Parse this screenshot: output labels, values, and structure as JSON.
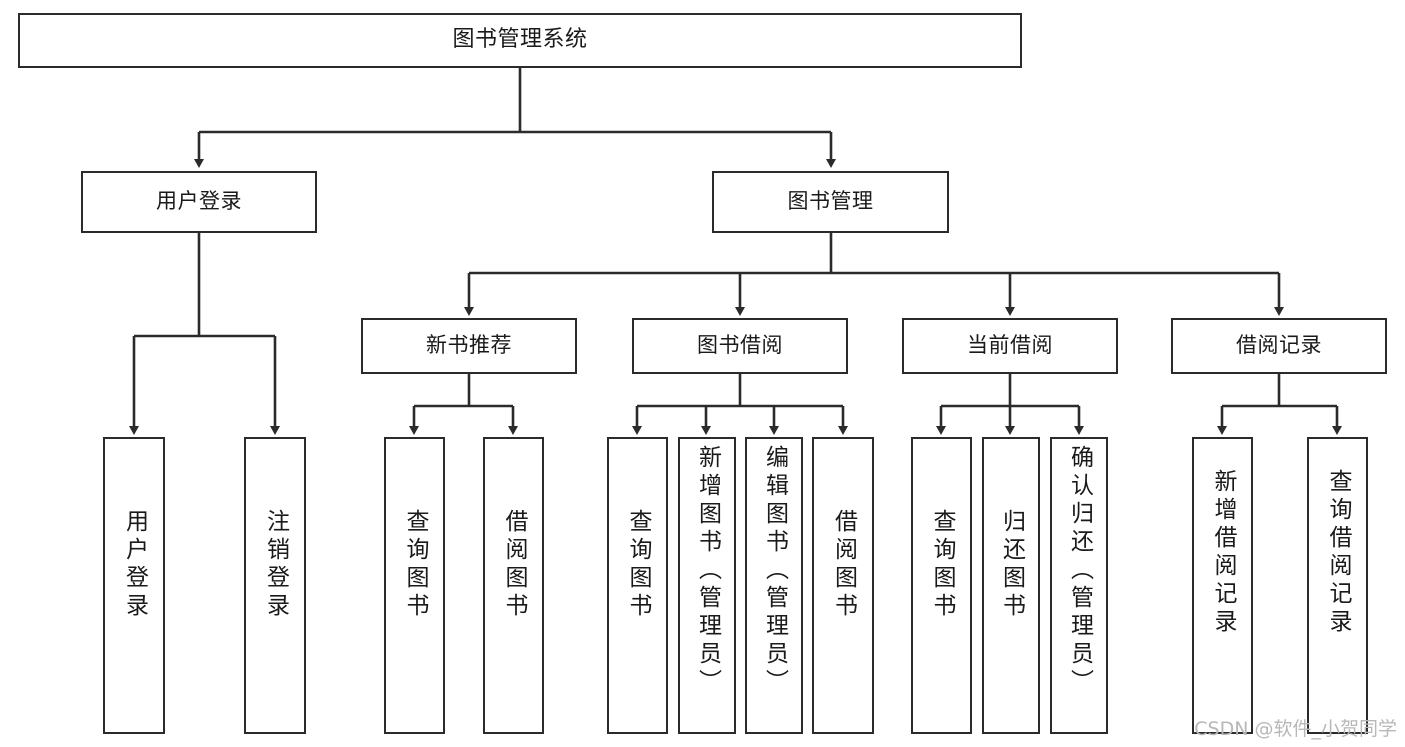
{
  "diagram": {
    "title": "图书管理系统",
    "type": "tree-structure-chart",
    "watermark": "CSDN @软件_小贺同学",
    "colors": {
      "stroke": "#2b2b2b",
      "background": "#ffffff",
      "text": "#1a1a1a",
      "watermark": "#b8b8b8"
    },
    "nodes": {
      "root": {
        "label": "图书管理系统"
      },
      "level2": [
        {
          "label": "用户登录"
        },
        {
          "label": "图书管理"
        }
      ],
      "level3": [
        {
          "label": "新书推荐"
        },
        {
          "label": "图书借阅"
        },
        {
          "label": "当前借阅"
        },
        {
          "label": "借阅记录"
        }
      ],
      "leaves_user_login": [
        {
          "label": "用户登录"
        },
        {
          "label": "注销登录"
        }
      ],
      "leaves_new_books": [
        {
          "label": "查询图书"
        },
        {
          "label": "借阅图书"
        }
      ],
      "leaves_borrow": [
        {
          "label": "查询图书"
        },
        {
          "label": "新增图书（管理员）"
        },
        {
          "label": "编辑图书（管理员）"
        },
        {
          "label": "借阅图书"
        }
      ],
      "leaves_current": [
        {
          "label": "查询图书"
        },
        {
          "label": "归还图书"
        },
        {
          "label": "确认归还（管理员）"
        }
      ],
      "leaves_records": [
        {
          "label": "新增借阅记录"
        },
        {
          "label": "查询借阅记录"
        }
      ]
    }
  }
}
